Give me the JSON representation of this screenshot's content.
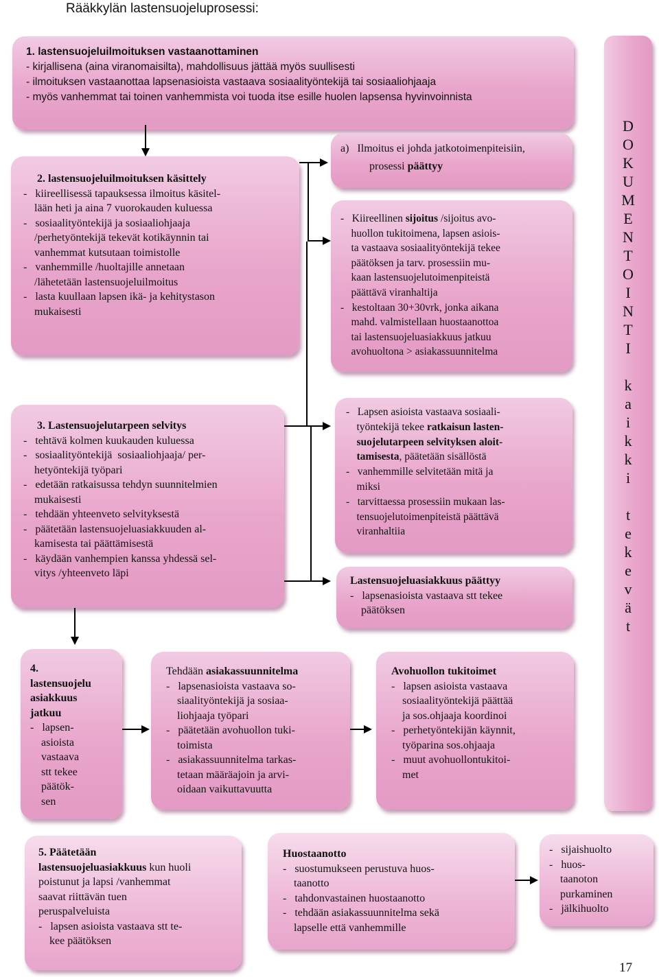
{
  "title": "Rääkkylän lastensuojeluprosessi:",
  "box1": {
    "lines": [
      "1.  lastensuojeluilmoituksen vastaanottaminen",
      "-   kirjallisena (aina viranomaisilta), mahdollisuus jättää myös suullisesti",
      "-   ilmoituksen vastaanottaa lapsenasioista vastaava sosiaalityöntekijä tai sosiaaliohjaaja",
      "-   myös vanhemmat tai toinen vanhemmista voi tuoda itse esille huolen lapsensa hyvinvoinnista"
    ]
  },
  "box2": {
    "heading": "2. lastensuojeluilmoituksen käsittely",
    "lines": [
      "-   kiireellisessä tapauksessa ilmoitus käsitel-",
      "    lään heti ja aina 7 vuorokauden kuluessa",
      "-   sosiaalityöntekijä ja sosiaaliohjaaja",
      "    /perhetyöntekijä tekevät kotikäynnin tai",
      "    vanhemmat kutsutaan toimistolle",
      "-   vanhemmille /huoltajille annetaan",
      "    /lähetetään lastensuojeluilmoitus",
      "-   lasta kuullaan lapsen ikä- ja kehitystason",
      "    mukaisesti"
    ]
  },
  "boxA": {
    "line1": "a)   Ilmoitus ei johda jatkotoimenpiteisiin,",
    "line2_plain": "prosessi ",
    "line2_bold": "päättyy"
  },
  "boxB": {
    "line1_plain": "-   Kiireellinen ",
    "line1_bold": "sijoitus",
    "line1_rest": " /sijoitus avo-",
    "lines": [
      "    huollon tukitoimena, lapsen asiois-",
      "    ta vastaava sosiaalityöntekijä tekee",
      "    päätöksen ja tarv. prosessiin mu-",
      "    kaan lastensuojelutoimenpiteistä",
      "    päättävä viranhaltija",
      "-   kestoltaan 30+30vrk, jonka aikana",
      "    mahd. valmistellaan huostaanottoa",
      "    tai lastensuojeluasiakkuus jatkuu",
      "    avohuoltona > asiakassuunnitelma"
    ]
  },
  "box3": {
    "heading": "3. Lastensuojelutarpeen selvitys",
    "lines": [
      "-   tehtävä kolmen kuukauden kuluessa",
      "-   sosiaalityöntekijä  sosiaaliohjaaja/ per-",
      "    hetyöntekijä työpari",
      "-   edetään ratkaisussa tehdyn suunnitelmien",
      "    mukaisesti",
      "-   tehdään yhteenveto selvityksestä",
      "-   päätetään lastensuojeluasiakkuuden al-",
      "    kamisesta tai päättämisestä",
      "-   käydään vanhempien kanssa yhdessä sel-",
      "    vitys /yhteenveto läpi"
    ]
  },
  "boxC": {
    "line1": "-   Lapsen asioista vastaava sosiaali-",
    "line2_plain": "    työntekijä tekee ",
    "line2_bold": "ratkaisun lasten-",
    "line3_bold": "    suojelutarpeen selvityksen aloit-",
    "line4_bold": "    tamisesta",
    "line4_plain": ", päätetään sisällöstä",
    "lines": [
      "-   vanhemmille selvitetään mitä ja",
      "    miksi",
      "-   tarvittaessa prosessiin mukaan las-",
      "    tensuojelutoimenpiteistä päättävä",
      "    viranhaltiia"
    ]
  },
  "boxD": {
    "heading": "Lastensuojeluasiakkuus päättyy",
    "lines": [
      "-   lapsenasioista vastaava stt tekee",
      "    päätöksen"
    ]
  },
  "box4": {
    "heading_lines": [
      "4.",
      "lastensuojelu",
      "asiakkuus",
      "jatkuu"
    ],
    "lines": [
      "-   lapsen-",
      "    asioista",
      "    vastaava",
      "    stt tekee",
      "    päätök-",
      "    sen"
    ]
  },
  "boxE": {
    "line1_plain": "Tehdään ",
    "line1_bold": "asiakassuunnitelma",
    "lines": [
      "-   lapsenasioista vastaava so-",
      "    siaalityöntekijä ja sosiaa-",
      "    liohjaaja työpari",
      "-   päätetään avohuollon tuki-",
      "    toimista",
      "-   asiakassuunnitelma tarkas-",
      "    tetaan määräajoin ja arvi-",
      "    oidaan vaikuttavuutta"
    ]
  },
  "boxF": {
    "heading": "Avohuollon tukitoimet",
    "lines": [
      "-   lapsen asioista vastaava",
      "    sosiaalityöntekijä päättää",
      "    ja sos.ohjaaja koordinoi",
      "-   perhetyöntekijän käynnit,",
      "    työparina sos.ohjaaja",
      "-   muut avohuollontukitoi-",
      "    met"
    ]
  },
  "box5": {
    "heading1": "5. Päätetään",
    "heading2_bold": "lastensuojeluasiakkuus",
    "heading2_plain": " kun huoli",
    "lines": [
      "poistunut ja lapsi /vanhemmat",
      "saavat riittävän tuen",
      "peruspalveluista",
      "-   lapsen asioista vastaava stt te-",
      "    kee päätöksen"
    ]
  },
  "boxG": {
    "heading": "Huostaanotto",
    "lines": [
      "-   suostumukseen perustuva huos-",
      "    taanotto",
      "-   tahdonvastainen huostaanotto",
      "-   tehdään asiakassuunnitelma sekä",
      "    lapselle että vanhemmille"
    ]
  },
  "boxH": {
    "lines": [
      "-   sijaishuolto",
      "-   huos-",
      "    taanoton",
      "    purkaminen",
      "-   jälkihuolto"
    ]
  },
  "side": {
    "letters": [
      "D",
      "O",
      "K",
      "U",
      "M",
      "E",
      "N",
      "T",
      "O",
      "I",
      "N",
      "T",
      "I",
      "",
      "k",
      "a",
      "i",
      "k",
      "k",
      "i",
      "",
      "t",
      "e",
      "k",
      "e",
      "v",
      "ä",
      "t"
    ]
  },
  "page_number": "17"
}
